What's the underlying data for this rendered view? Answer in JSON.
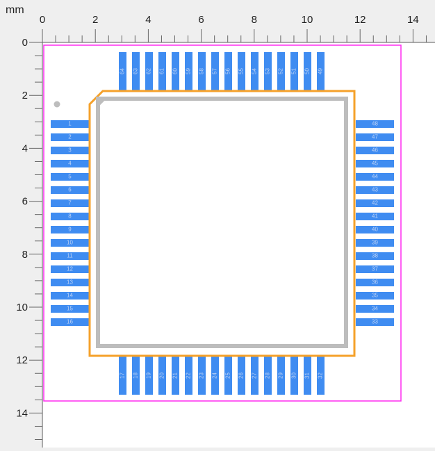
{
  "units": {
    "label": "mm"
  },
  "ruler": {
    "top_ticks": [
      "0",
      "2",
      "4",
      "6",
      "8",
      "10",
      "12",
      "14"
    ],
    "left_ticks": [
      "0",
      "2",
      "4",
      "6",
      "8",
      "10",
      "12",
      "14"
    ]
  },
  "colors": {
    "background": "#efefef",
    "canvas": "#ffffff",
    "ruler_text": "#222222",
    "courtyard": "#ff2cf0",
    "silkscreen": "#f5a12a",
    "body_outline": "#bdbdbd",
    "pad": "#3f8cf1",
    "pad_label": "#bcd2f6",
    "pin1_dot": "#bdbdbd"
  },
  "footprint": {
    "left_pins": [
      "1",
      "2",
      "3",
      "4",
      "5",
      "6",
      "7",
      "8",
      "9",
      "10",
      "11",
      "12",
      "13",
      "14",
      "15",
      "16"
    ],
    "right_pins": [
      "48",
      "47",
      "46",
      "45",
      "44",
      "43",
      "42",
      "41",
      "40",
      "39",
      "38",
      "37",
      "36",
      "35",
      "34",
      "33"
    ],
    "top_pins": [
      "64",
      "63",
      "62",
      "61",
      "60",
      "59",
      "58",
      "57",
      "56",
      "55",
      "54",
      "53",
      "52",
      "51",
      "50",
      "49"
    ],
    "bottom_pins": [
      "17",
      "18",
      "19",
      "20",
      "21",
      "22",
      "23",
      "24",
      "25",
      "26",
      "27",
      "28",
      "29",
      "30",
      "31",
      "32"
    ]
  }
}
